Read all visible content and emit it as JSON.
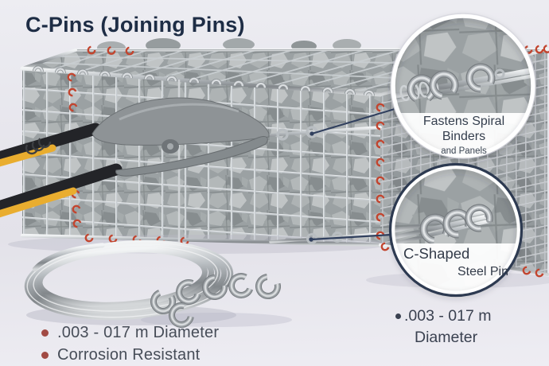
{
  "title": "C-Pins (Joining Pins)",
  "callouts": {
    "top": {
      "line1": "Fastens Spiral",
      "line2": "Binders",
      "line3": "and Panels"
    },
    "bottom": {
      "line1": "C-Shaped",
      "line2": "Steel Pin"
    }
  },
  "specs_left": {
    "items": [
      ".003 - 017 m Diameter",
      "Corrosion Resistant"
    ]
  },
  "spec_right": {
    "line1": ".003 - 017 m",
    "line2": "Diameter"
  },
  "visible_objects": [
    "gabion-cage",
    "stones",
    "pliers",
    "wire-coil",
    "c-pins",
    "red-c-clips",
    "spiral-binder"
  ],
  "colors": {
    "title_navy": "#1e2d45",
    "body_text": "#474d58",
    "bullet_red": "#a14a44",
    "clip_red": "#c2452f",
    "leader_navy": "#31405e",
    "callout_ring_navy": "#2d3a51",
    "background": "#e6e5ec"
  }
}
